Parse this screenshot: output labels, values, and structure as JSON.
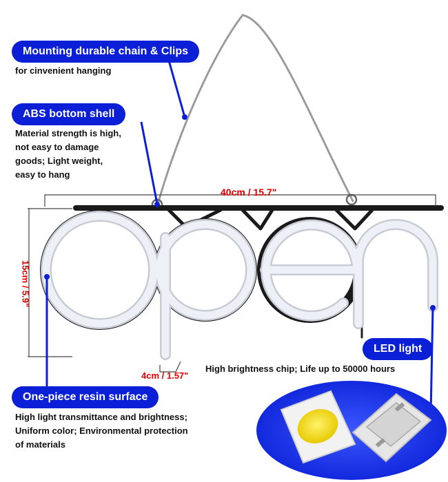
{
  "callouts": {
    "chain": {
      "title": "Mounting durable chain & Clips",
      "lines": [
        "for cinvenient hanging"
      ]
    },
    "shell": {
      "title": "ABS bottom shell",
      "lines": [
        "Material strength is high,",
        "not easy to damage",
        "goods; Light weight,",
        "easy to hang"
      ]
    },
    "led": {
      "title": "LED light",
      "lines": [
        "High brightness chip; Life up to 50000 hours"
      ]
    },
    "resin": {
      "title": "One-piece resin surface",
      "lines": [
        "High light transmittance and brightness;",
        "Uniform color; Environmental protection",
        "of materials"
      ]
    }
  },
  "dimensions": {
    "width": "40cm / 15.7\"",
    "height": "15cm / 5.9\"",
    "tail": "4cm / 1.57\""
  },
  "colors": {
    "callout_blue": "#0a1fd6",
    "dimension_red": "#e00000",
    "neon_tube": "#eef0f8",
    "backplate": "#1a1a1a"
  }
}
